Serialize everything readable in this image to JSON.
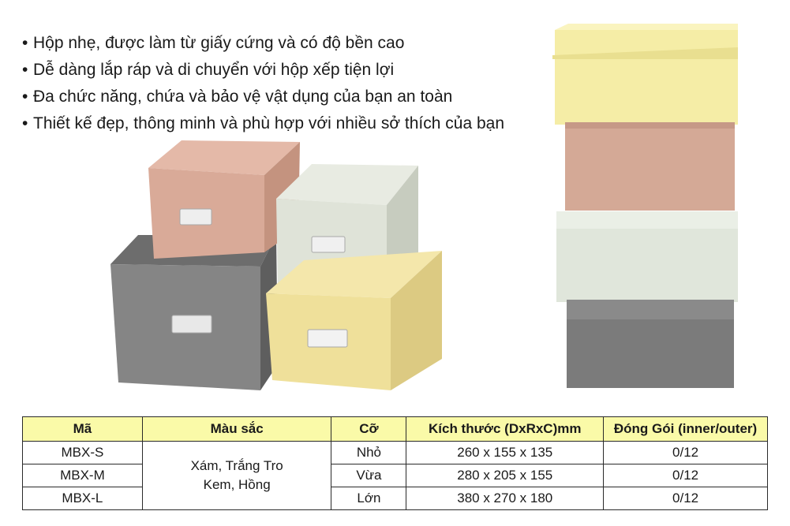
{
  "features": [
    "Hộp nhẹ, được làm từ giấy cứng và có độ bền cao",
    "Dễ dàng lắp ráp và di chuyển với hộp xếp tiện lợi",
    "Đa chức năng, chứa và bảo vệ vật dụng của bạn an toàn",
    "Thiết kế đẹp, thông minh và phù hợp với nhiều sở thích của bạn"
  ],
  "bullet": "•",
  "colors": {
    "header_bg": "#fafaa8",
    "box_gray": "#858585",
    "box_pink": "#d9aa98",
    "box_mint": "#dfe3d8",
    "box_cream": "#efe09a",
    "box_yellow": "#f5eda6"
  },
  "table": {
    "headers": [
      "Mã",
      "Màu sắc",
      "Cỡ",
      "Kích thước (DxRxC)mm",
      "Đóng Gói (inner/outer)"
    ],
    "color_line1": "Xám, Trắng Tro",
    "color_line2": "Kem, Hồng",
    "rows": [
      {
        "code": "MBX-S",
        "size": "Nhỏ",
        "dims": "260 x 155 x 135",
        "pack": "0/12"
      },
      {
        "code": "MBX-M",
        "size": "Vừa",
        "dims": "280 x 205 x 155",
        "pack": "0/12"
      },
      {
        "code": "MBX-L",
        "size": "Lớn",
        "dims": "380 x 270 x 180",
        "pack": "0/12"
      }
    ]
  }
}
